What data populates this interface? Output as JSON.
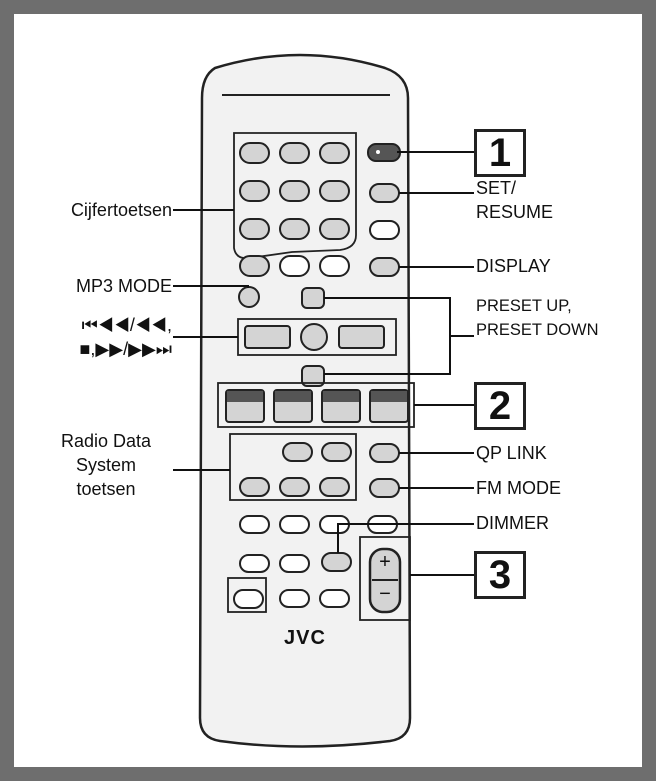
{
  "colors": {
    "frame": "#6e6e6e",
    "remote_body": "#f2f2f2",
    "key_light": "#d4d4d4",
    "key_dark": "#555555",
    "outline": "#222222"
  },
  "step_numbers": [
    "1",
    "2",
    "3"
  ],
  "labels": {
    "cijfertoetsen": "Cijfertoetsen",
    "mp3_mode": "MP3 MODE",
    "skip_line1": "⏮◀◀/◀◀,",
    "skip_line2": "■,▶▶/▶▶⏭",
    "rds_line1": "Radio Data",
    "rds_line2": "System",
    "rds_line3": "toetsen",
    "set_line1": "SET/",
    "set_line2": "RESUME",
    "display": "DISPLAY",
    "preset_line1": "PRESET UP,",
    "preset_line2": "PRESET DOWN",
    "qp_link": "QP LINK",
    "fm_mode": "FM MODE",
    "dimmer": "DIMMER"
  },
  "remote": {
    "brand": "JVC",
    "volume_plus": "+",
    "volume_minus": "−"
  },
  "icons": [
    "remote-control-icon",
    "number-key-icon",
    "cursor-key-icon",
    "volume-rocker-icon"
  ]
}
